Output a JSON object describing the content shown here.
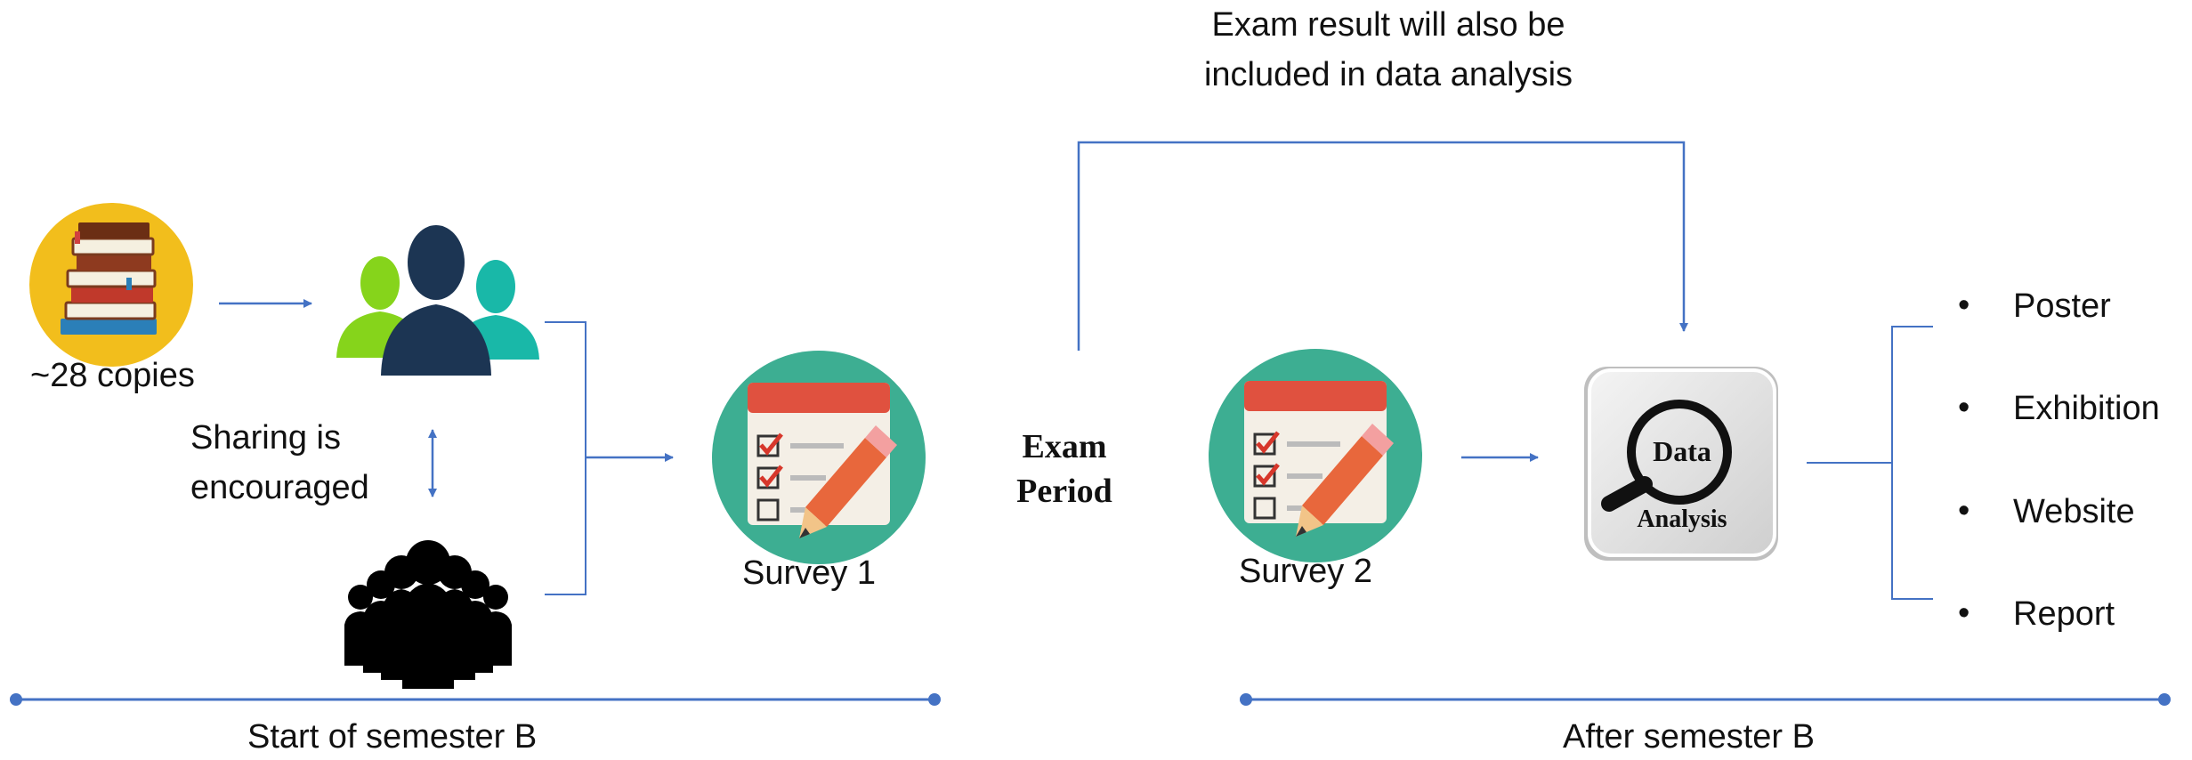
{
  "labels": {
    "copies": "~28 copies",
    "sharing_line1": "Sharing is",
    "sharing_line2": "encouraged",
    "survey1": "Survey 1",
    "exam_line1": "Exam",
    "exam_line2": "Period",
    "survey2": "Survey 2",
    "exam_note_line1": "Exam result will also be",
    "exam_note_line2": "included in data analysis",
    "data_word": "Data",
    "analysis_word": "Analysis",
    "start_semester": "Start of semester B",
    "after_semester": "After semester B"
  },
  "outputs": [
    "Poster",
    "Exhibition",
    "Website",
    "Report"
  ],
  "colors": {
    "arrow": "#4472C4",
    "timeline": "#4472C4",
    "survey_circle": "#3DAE92",
    "book_circle": "#F2BE1C",
    "person_green": "#86D41B",
    "person_navy": "#1C3553",
    "person_teal": "#19B8A8",
    "crowd": "#000000"
  },
  "icons": {
    "books": "book-stack-icon",
    "students": "student-group-icon",
    "crowd": "crowd-icon",
    "survey": "survey-checklist-icon",
    "analysis": "data-analysis-magnifier-icon"
  }
}
